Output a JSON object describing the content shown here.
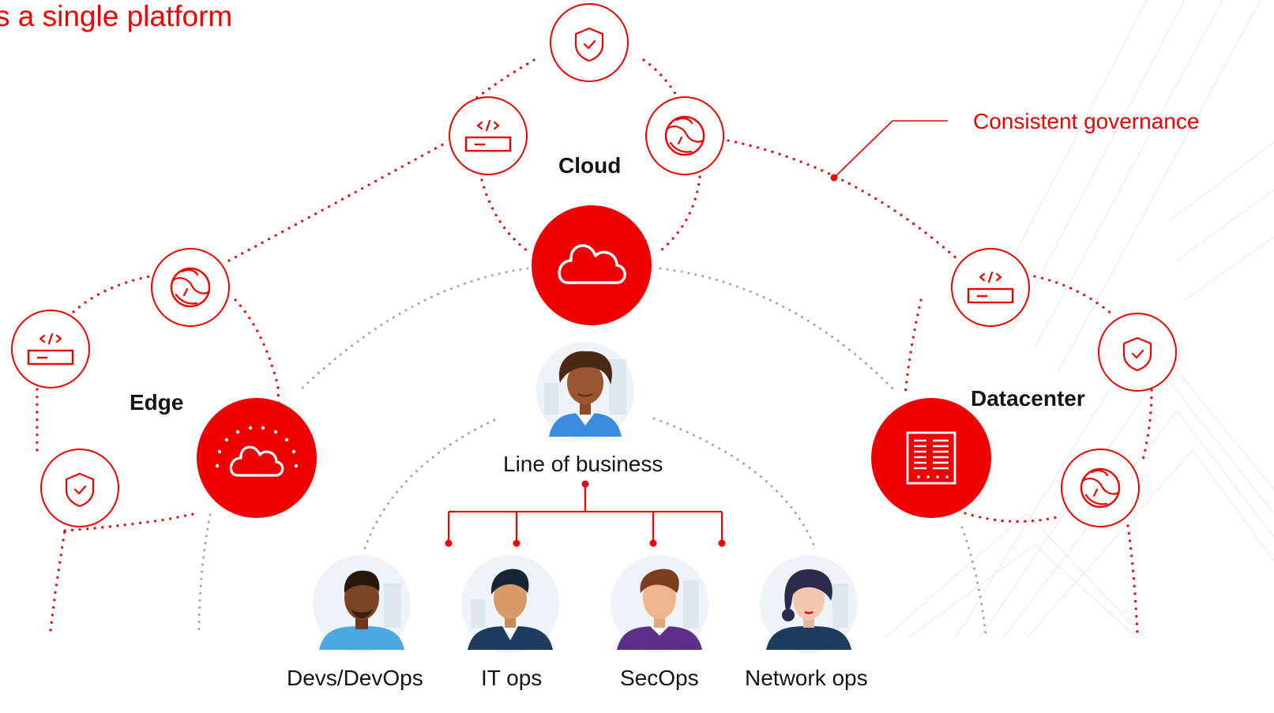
{
  "heading_fragment": "s a single platform",
  "governance_label": "Consistent governance",
  "environments": {
    "cloud": "Cloud",
    "edge": "Edge",
    "datacenter": "Datacenter"
  },
  "roles": {
    "line_of_business": "Line of business",
    "devs": "Devs/DevOps",
    "it_ops": "IT ops",
    "secops": "SecOps",
    "network_ops": "Network ops"
  },
  "colors": {
    "accent": "#ee0000",
    "text": "#151515",
    "gray_dots": "#a3a3a3"
  },
  "icons": {
    "cloud_hub": "cloud-icon",
    "edge_hub": "edge-cloud-icon",
    "datacenter_hub": "server-rack-icon",
    "security": "shield-check-icon",
    "developer": "code-server-icon",
    "globe": "globe-icon"
  }
}
